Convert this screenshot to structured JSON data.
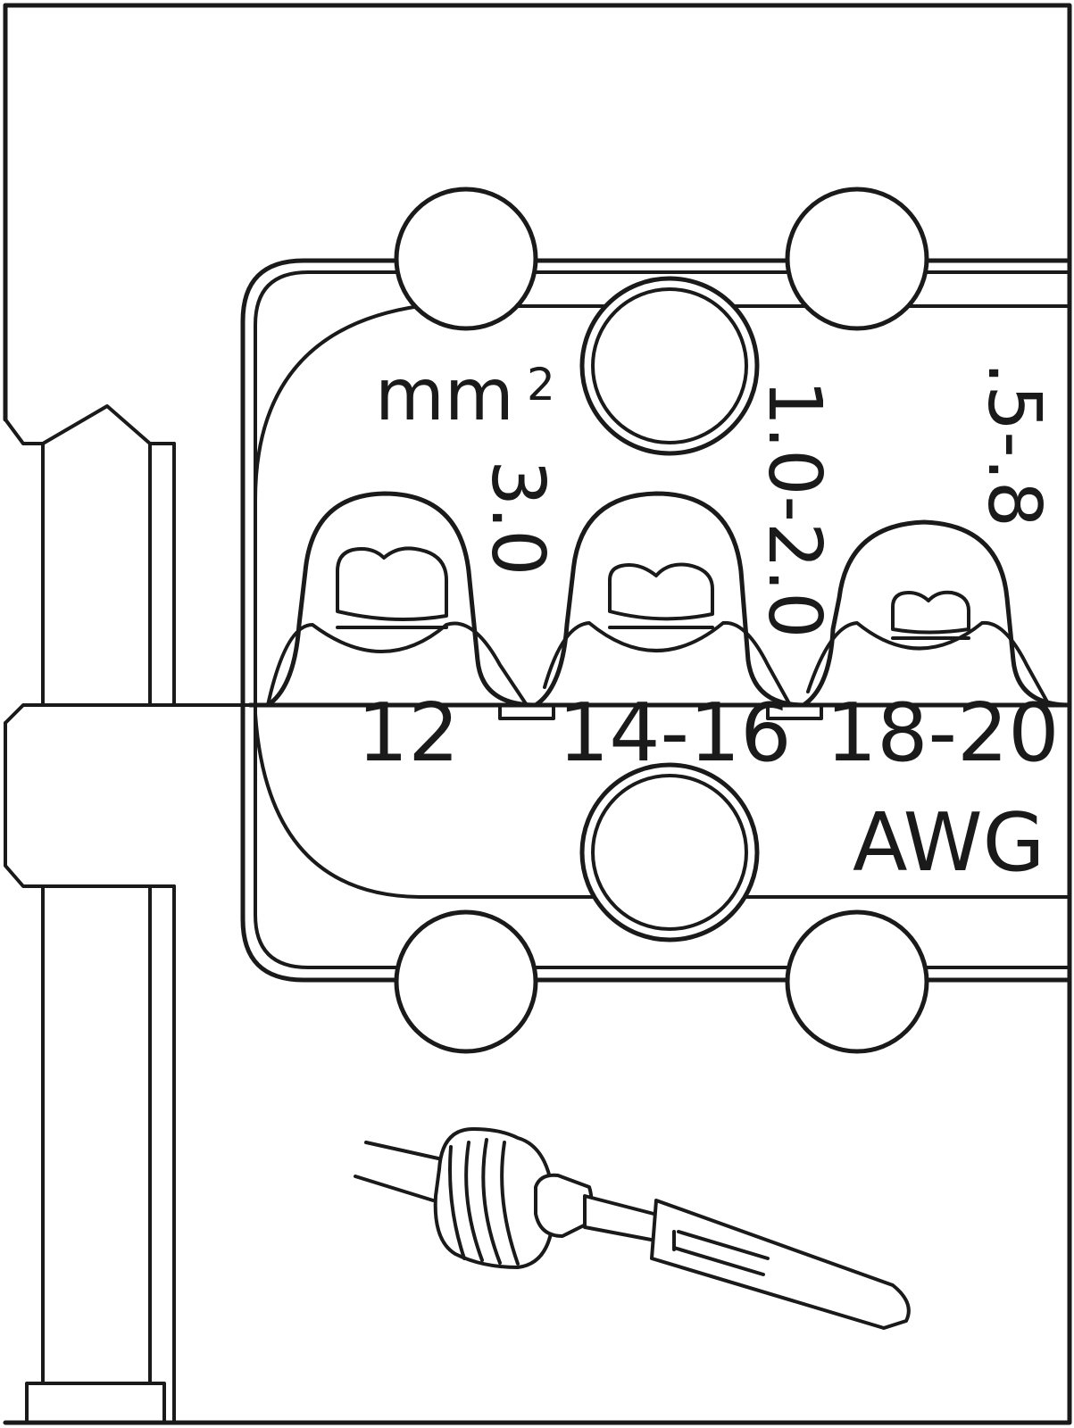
{
  "diagram": {
    "unit_mm2": "mm",
    "unit_mm2_sup": "2",
    "awg_unit": "AWG",
    "profiles": [
      {
        "mm2": "3.0",
        "awg": "12"
      },
      {
        "mm2": "1.0-2.0",
        "awg": "14-16"
      },
      {
        "mm2": ".5-.8",
        "awg": "18-20"
      }
    ]
  }
}
